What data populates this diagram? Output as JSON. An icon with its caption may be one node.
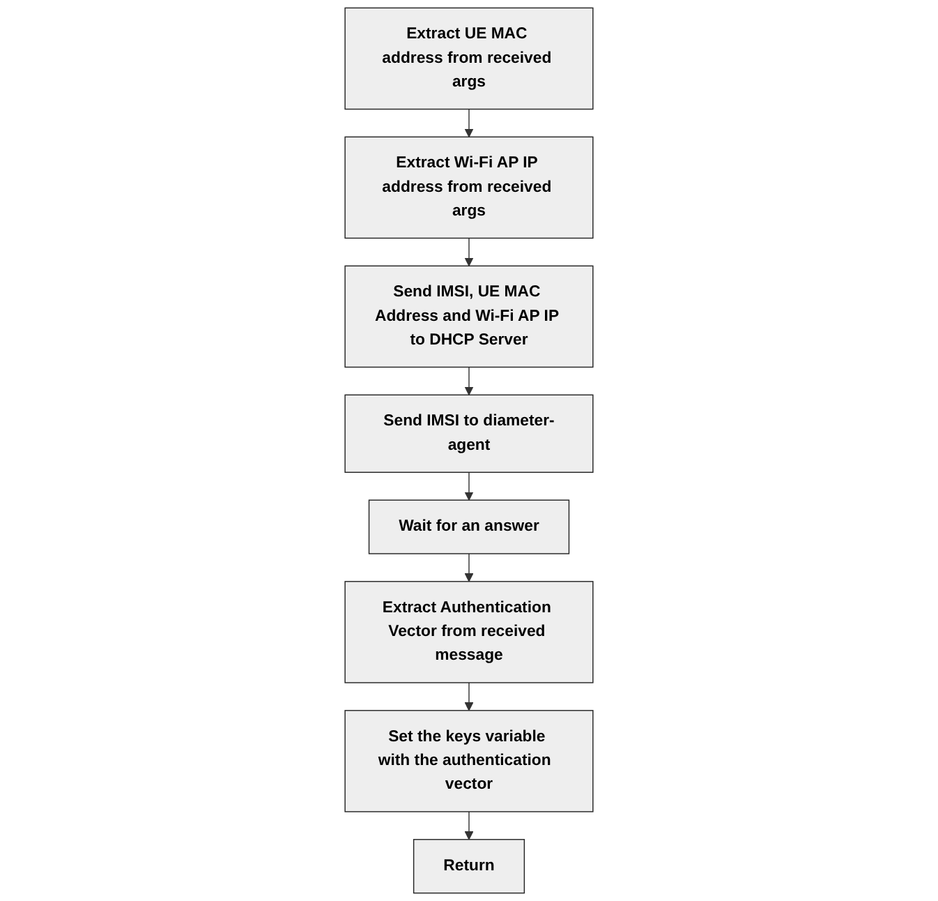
{
  "diagram": {
    "nodes": [
      {
        "text": [
          "Extract UE MAC address from received args"
        ]
      },
      {
        "text": [
          "Extract Wi-Fi AP IP address from received args"
        ]
      },
      {
        "text": [
          "Send IMSI, UE MAC Address and Wi-Fi AP IP to DHCP Server"
        ]
      },
      {
        "text": [
          "Send IMSI to diameter-agent"
        ]
      },
      {
        "text": [
          "Wait for an answer"
        ]
      },
      {
        "text": [
          "Extract Authentication Vector from received message"
        ]
      },
      {
        "text": [
          "Set the keys variable with the authentication  vector"
        ]
      },
      {
        "text": [
          "Return"
        ]
      }
    ],
    "edges": [
      {
        "from": 0,
        "to": 1,
        "arrow": "to"
      },
      {
        "from": 1,
        "to": 2,
        "arrow": "to"
      },
      {
        "from": 2,
        "to": 3,
        "arrow": "to"
      },
      {
        "from": 3,
        "to": 4,
        "arrow": "to"
      },
      {
        "from": 4,
        "to": 5,
        "arrow": "to"
      },
      {
        "from": 5,
        "to": 6,
        "arrow": "to"
      },
      {
        "from": 6,
        "to": 7,
        "arrow": "to"
      }
    ]
  }
}
